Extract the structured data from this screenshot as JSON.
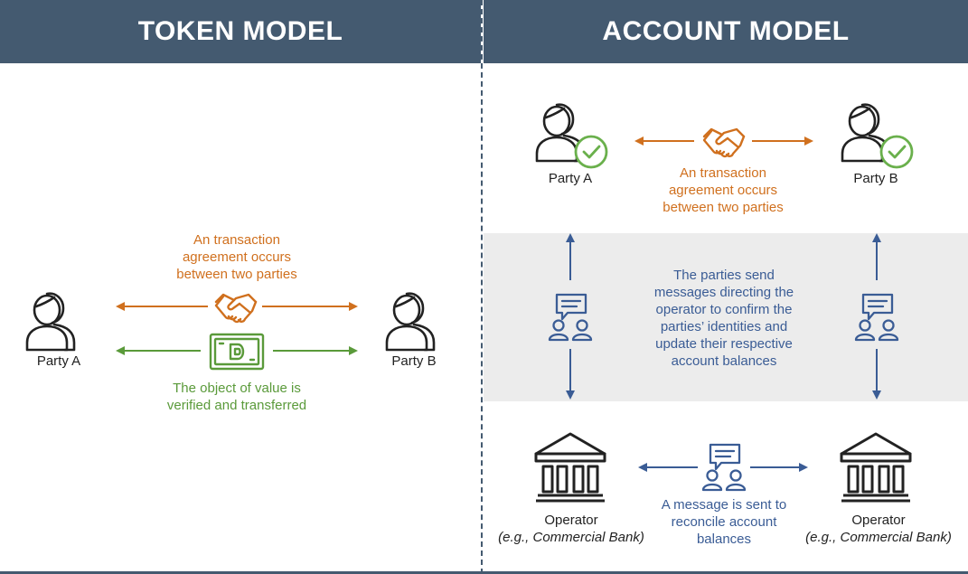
{
  "token_model": {
    "title": "TOKEN MODEL",
    "party_a": "Party A",
    "party_b": "Party B",
    "agreement_lines": [
      "An transaction",
      "agreement occurs",
      "between two parties"
    ],
    "value_lines": [
      "The object of value is",
      "verified and transferred"
    ]
  },
  "account_model": {
    "title": "ACCOUNT MODEL",
    "party_a": "Party A",
    "party_b": "Party B",
    "agreement_lines": [
      "An transaction",
      "agreement occurs",
      "between two parties"
    ],
    "send_lines": [
      "The parties send",
      "messages directing the",
      "operator to confirm the",
      "parties’ identities and",
      "update their respective",
      "account balances"
    ],
    "operator_left": "Operator",
    "operator_left_sub": "(e.g., Commercial Bank)",
    "operator_right": "Operator",
    "operator_right_sub": "(e.g., Commercial Bank)",
    "reconcile_lines": [
      "A message is sent to",
      "reconcile account",
      "balances"
    ]
  },
  "colors": {
    "header": "#445a70",
    "orange": "#d0701e",
    "green": "#5a9a3a",
    "blue": "#3a5c95",
    "check": "#6ab04c"
  },
  "icons": [
    "person-pair-icon",
    "handshake-icon",
    "money-bill-icon",
    "checkmark-circle-icon",
    "chat-people-icon",
    "bank-icon",
    "double-arrow"
  ]
}
